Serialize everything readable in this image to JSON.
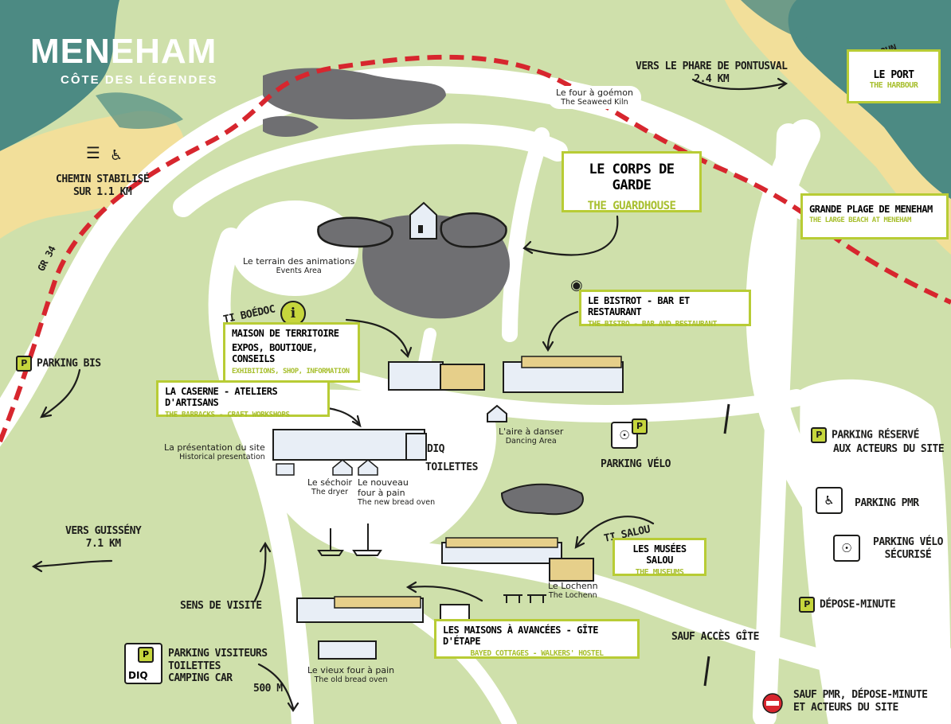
{
  "logo": {
    "title": "MENEHAM",
    "subtitle": "CÔTE DES LÉGENDES"
  },
  "colors": {
    "sea": "#4c8a83",
    "sand": "#f2df9a",
    "grass": "#cfe0ab",
    "rock": "#6f6f72",
    "accent": "#b8cc35",
    "trail": "#d7262e"
  },
  "labels": {
    "chemin_line1": "CHEMIN STABILISÉ",
    "chemin_line2": "SUR 1.1 KM",
    "gr34": "GR 34",
    "parking_bis": "PARKING BIS",
    "vers_phare_line1": "VERS LE PHARE DE PONTUSVAL",
    "vers_phare_line2": "2.4 KM",
    "pors_doun": "PORS DOUN",
    "le_port": "LE PORT",
    "the_harbour": "THE HARBOUR",
    "four_goemon_fr": "Le four à goémon",
    "four_goemon_en": "The Seaweed Kiln",
    "corps_garde": "LE CORPS DE GARDE",
    "guardhouse": "THE GUARDHOUSE",
    "grande_plage": "GRANDE PLAGE DE MENEHAM",
    "large_beach": "THE LARGE BEACH AT MENEHAM",
    "terrain_fr": "Le terrain des animations",
    "terrain_en": "Events Area",
    "ti_boedoc": "TI BOÉDOC",
    "maison_territoire": "MAISON DE TERRITOIRE",
    "expos": "EXPOS, BOUTIQUE, CONSEILS",
    "exhibitions": "EXHIBITIONS, SHOP, INFORMATION",
    "bistrot": "LE BISTROT - BAR ET RESTAURANT",
    "bistro_en": "THE BISTRO - BAR AND RESTAURANT",
    "caserne": "LA CASERNE - ATELIERS D'ARTISANS",
    "barracks": "THE BARRACKS - CRAFT WORKSHOPS",
    "presentation_fr": "La présentation du site",
    "presentation_en": "Historical presentation",
    "toilettes": "TOILETTES",
    "sechoir_fr": "Le séchoir",
    "sechoir_en": "The dryer",
    "nouveau_four_fr1": "Le nouveau",
    "nouveau_four_fr2": "four à pain",
    "nouveau_four_en": "The new bread oven",
    "aire_fr": "L'aire à danser",
    "aire_en": "Dancing Area",
    "parking_velo": "PARKING VÉLO",
    "parking_reserve_1": "PARKING RÉSERVÉ",
    "parking_reserve_2": "AUX ACTEURS DU SITE",
    "parking_pmr": "PARKING PMR",
    "parking_velo_sec_1": "PARKING VÉLO",
    "parking_velo_sec_2": "SÉCURISÉ",
    "depose_minute": "DÉPOSE-MINUTE",
    "vers_guisseny_1": "VERS GUISSÉNY",
    "vers_guisseny_2": "7.1 KM",
    "ti_salou": "TI SALOU",
    "musees_salou": "LES MUSÉES SALOU",
    "museums": "THE MUSEUMS",
    "lochenn_fr": "Le Lochenn",
    "lochenn_en": "The Lochenn",
    "sens_visite": "SENS DE VISITE",
    "maisons_avancees": "LES MAISONS À AVANCÉES - GÎTE D'ÉTAPE",
    "bayed_cottages": "BAYED COTTAGES - WALKERS' HOSTEL",
    "sauf_acces": "SAUF ACCÈS GÎTE",
    "parking_visiteurs_1": "PARKING VISITEURS",
    "parking_visiteurs_2": "TOILETTES",
    "parking_visiteurs_3": "CAMPING CAR",
    "vieux_four_fr": "Le vieux four à pain",
    "vieux_four_en": "The old bread oven",
    "dist_500": "500 M",
    "sauf_pmr_1": "SAUF PMR, DÉPOSE-MINUTE",
    "sauf_pmr_2": "ET ACTEURS DU SITE",
    "p_badge": "P",
    "info_badge": "i",
    "wc_badge": "DIQ"
  },
  "icons": [
    "stroller-icon",
    "wheelchair-icon",
    "info-icon",
    "plate-cutlery-icon",
    "bicycle-icon",
    "parking-icon",
    "no-entry-icon",
    "toilet-icon",
    "house-icon",
    "boat-icon",
    "bench-icon",
    "arrow-icon"
  ]
}
